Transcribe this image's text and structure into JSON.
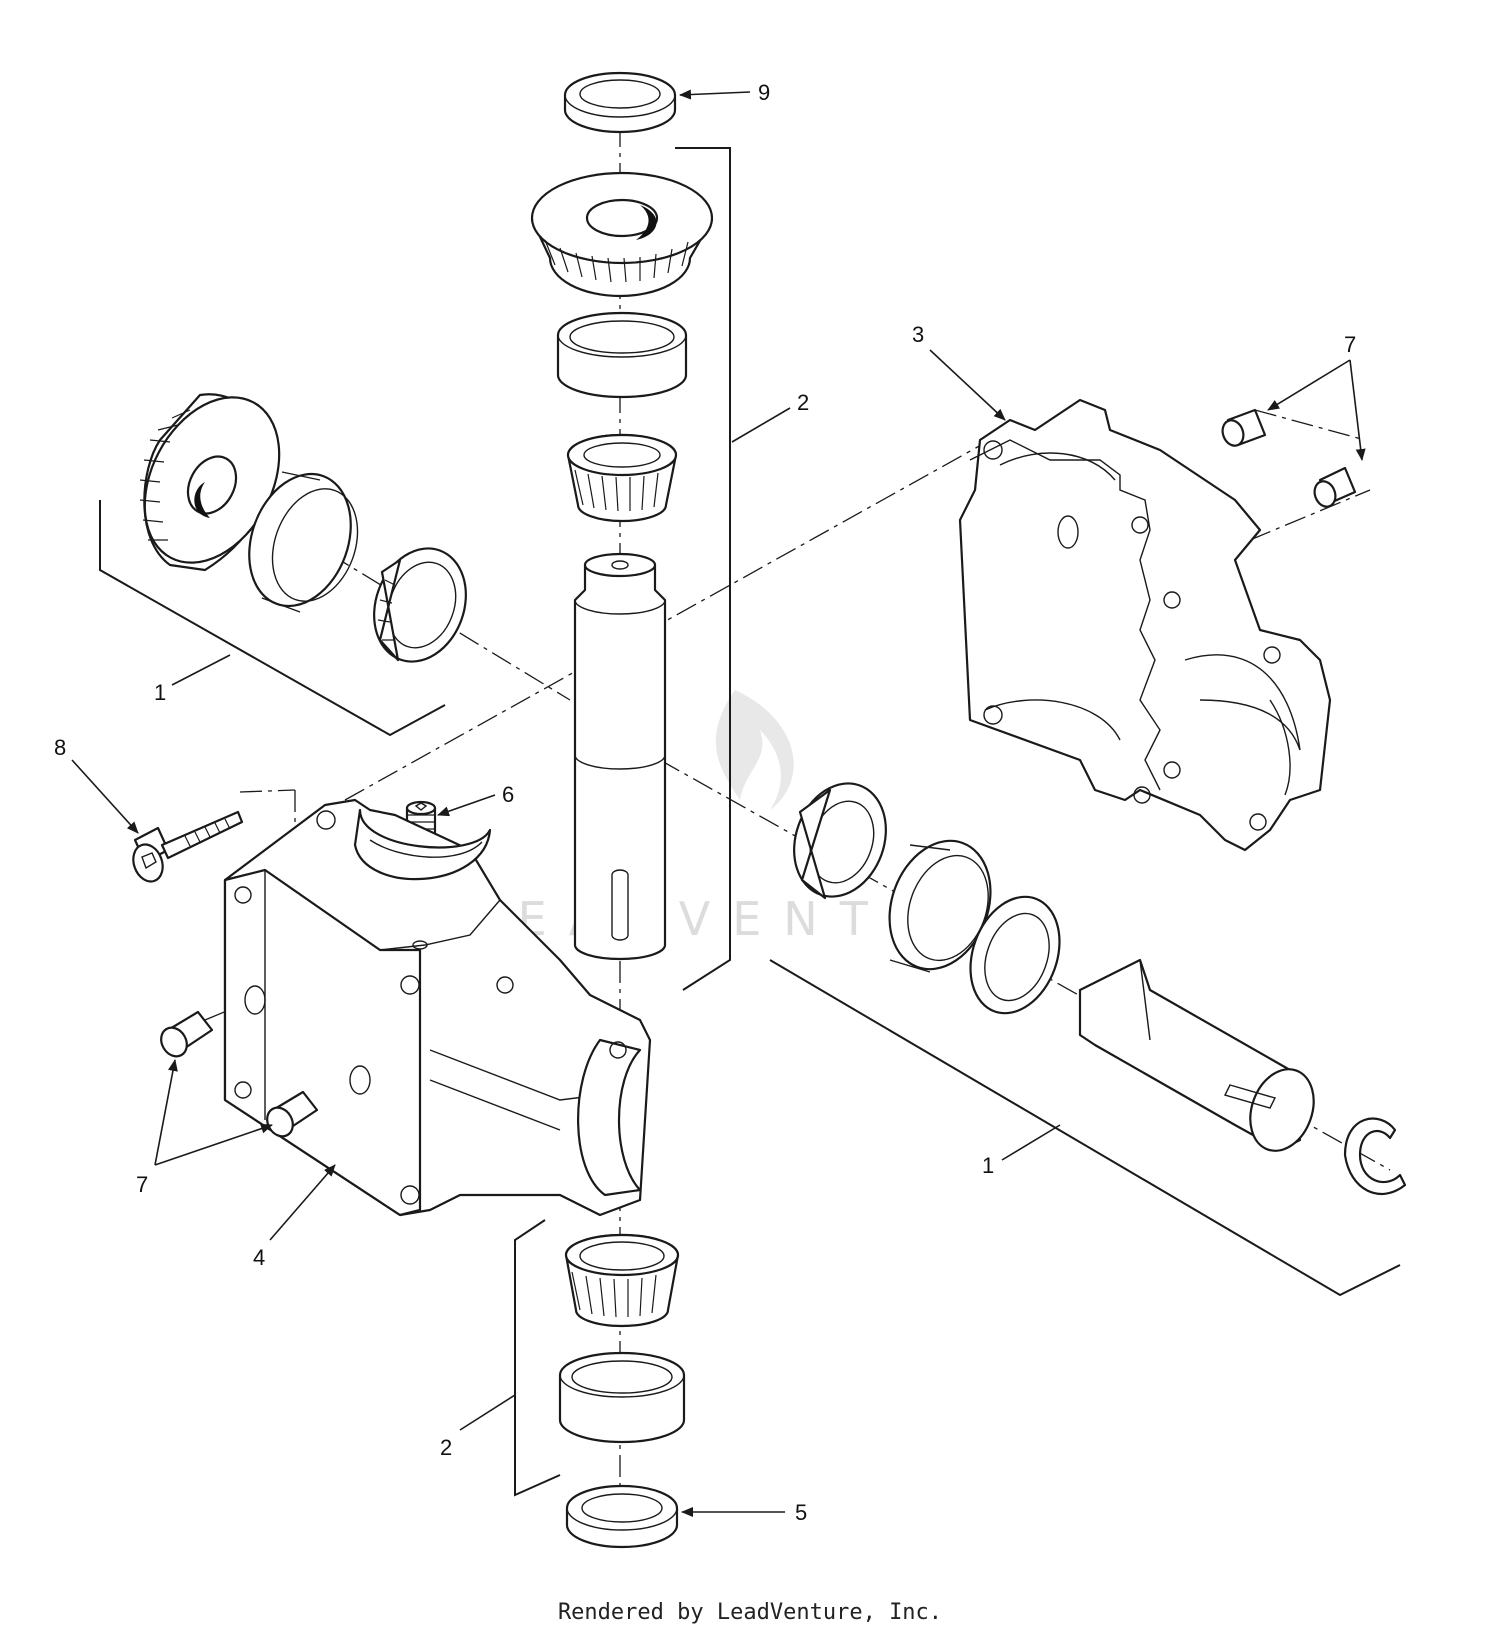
{
  "callouts": {
    "c9": "9",
    "c2_upper": "2",
    "c3": "3",
    "c7_right": "7",
    "c1_left": "1",
    "c8": "8",
    "c6": "6",
    "c7_left": "7",
    "c4": "4",
    "c1_right": "1",
    "c2_lower": "2",
    "c5": "5"
  },
  "watermark": "LEADVENTURE",
  "footer": "Rendered by LeadVenture, Inc."
}
